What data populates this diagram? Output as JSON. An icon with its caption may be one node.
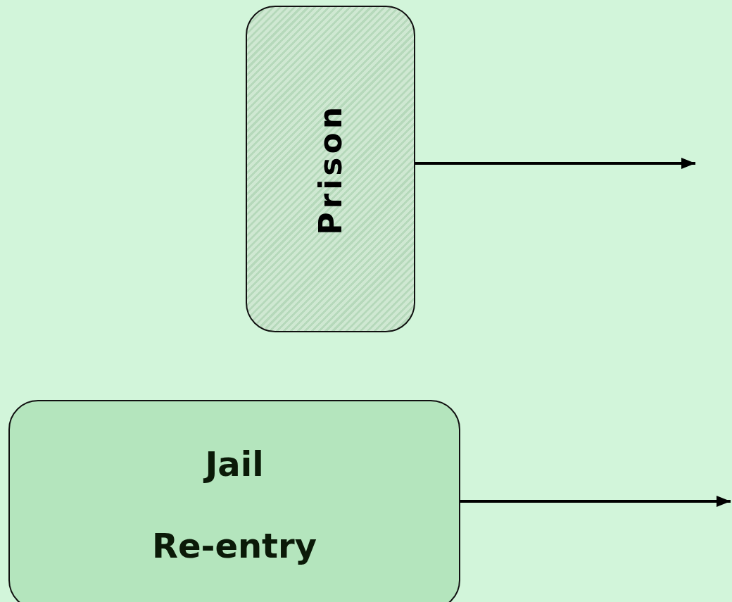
{
  "diagram": {
    "nodes": [
      {
        "text": [
          "Prison"
        ]
      },
      {
        "text": [
          "Jail",
          "Re-entry"
        ]
      }
    ],
    "edges": [
      {
        "from": 0,
        "to": null,
        "arrow": "to"
      },
      {
        "from": 1,
        "to": null,
        "arrow": "to"
      }
    ]
  }
}
